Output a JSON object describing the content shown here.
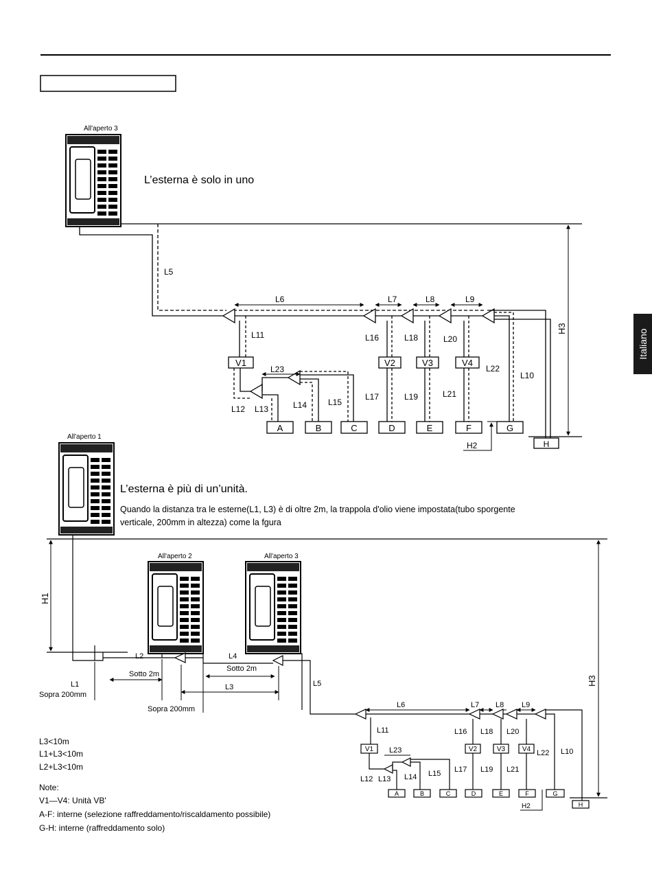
{
  "side_tab": "Italiano",
  "diagram1": {
    "outdoor": "All'aperto 3",
    "caption": "L’esterna è solo in uno",
    "pipes": {
      "L5": "L5",
      "L6": "L6",
      "L7": "L7",
      "L8": "L8",
      "L9": "L9",
      "L10": "L10",
      "L11": "L11",
      "L12": "L12",
      "L13": "L13",
      "L14": "L14",
      "L15": "L15",
      "L16": "L16",
      "L17": "L17",
      "L18": "L18",
      "L19": "L19",
      "L20": "L20",
      "L21": "L21",
      "L22": "L22",
      "L23": "L23"
    },
    "vb": [
      "V1",
      "V2",
      "V3",
      "V4"
    ],
    "indoor": [
      "A",
      "B",
      "C",
      "D",
      "E",
      "F",
      "G",
      "H"
    ],
    "H2": "H2",
    "H3": "H3"
  },
  "diagram2": {
    "outdoor1": "All'aperto 1",
    "outdoor2": "All'aperto 2",
    "outdoor3": "All'aperto 3",
    "caption": "L’esterna è più di un’unità.",
    "note_line1": "Quando la distanza tra le esterne(L1, L3) è di oltre 2m, la trappola d'olio viene impostata(tubo sporgente",
    "note_line2": "verticale, 200mm in altezza) come la fgura",
    "H1": "H1",
    "H3": "H3",
    "L1": "L1",
    "L2": "L2",
    "L3": "L3",
    "L4": "L4",
    "L5": "L5",
    "sopra_200_left": "Sopra 200mm",
    "sotto_2m_1": "Sotto 2m",
    "sotto_2m_2": "Sotto 2m",
    "sopra_200_mid": "Sopra 200mm",
    "pipes": {
      "L6": "L6",
      "L7": "L7",
      "L8": "L8",
      "L9": "L9",
      "L10": "L10",
      "L11": "L11",
      "L12": "L12",
      "L13": "L13",
      "L14": "L14",
      "L15": "L15",
      "L16": "L16",
      "L17": "L17",
      "L18": "L18",
      "L19": "L19",
      "L20": "L20",
      "L21": "L21",
      "L22": "L22",
      "L23": "L23"
    },
    "vb": [
      "V1",
      "V2",
      "V3",
      "V4"
    ],
    "indoor": [
      "A",
      "B",
      "C",
      "D",
      "E",
      "F",
      "G",
      "H"
    ],
    "H2": "H2"
  },
  "conditions": [
    "L3<10m",
    "L1+L3<10m",
    "L2+L3<10m"
  ],
  "notes": {
    "title": "Note:",
    "lines": [
      "V1—V4: Unità VB'",
      "A-F: interne (selezione raffreddamento/riscaldamento possibile)",
      "G-H: interne (raffreddamento solo)"
    ]
  }
}
